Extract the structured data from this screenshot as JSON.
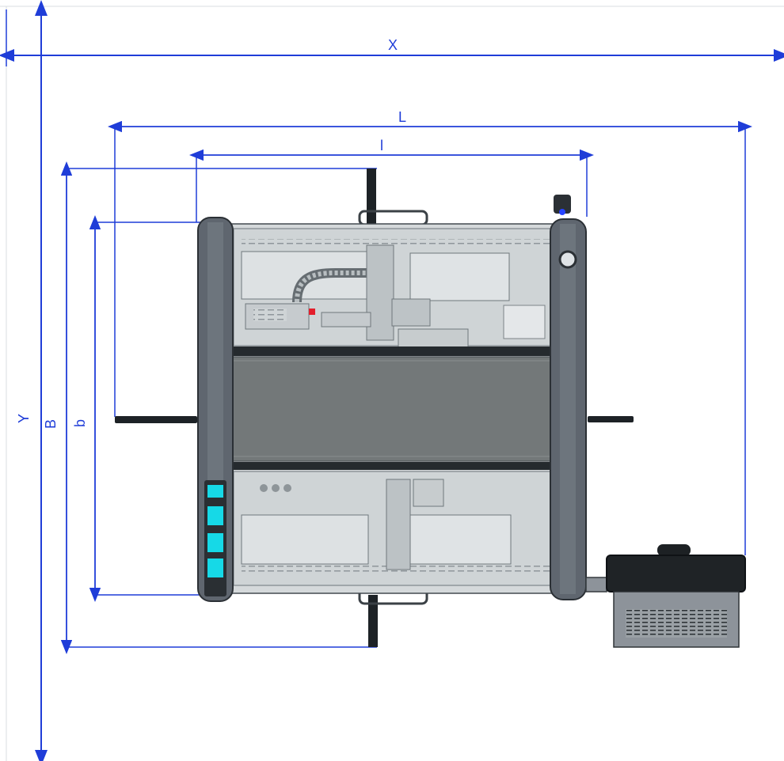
{
  "drawing": {
    "dimensions": {
      "overall_width": "X",
      "overall_depth": "Y",
      "frame_length": "L",
      "inner_length": "l",
      "frame_depth": "B",
      "inner_depth": "b"
    },
    "colors": {
      "dimension": "#1f3dd8",
      "frame": "#5e6670",
      "frame_dark": "#2d3238",
      "panel": "#d7dcde",
      "conveyor": "#727779",
      "controller_top": "#1f2326",
      "controller_body": "#8d939a",
      "accent": "#16d9e7"
    }
  }
}
